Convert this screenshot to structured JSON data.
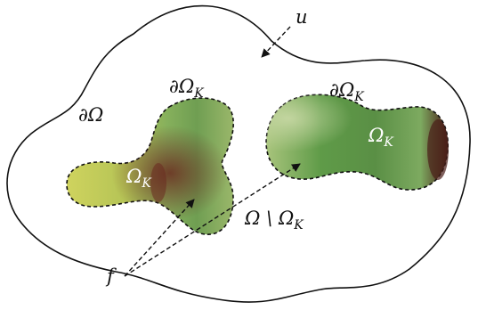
{
  "labels": {
    "u": "u",
    "boundary_omega": "∂Ω",
    "boundary_omega_k_left": "∂Ω",
    "boundary_omega_k_left_sub": "K",
    "boundary_omega_k_right": "∂Ω",
    "boundary_omega_k_right_sub": "K",
    "omega_k_left": "Ω",
    "omega_k_left_sub": "K",
    "omega_k_right": "Ω",
    "omega_k_right_sub": "K",
    "complement": "Ω \\ Ω",
    "complement_sub": "K",
    "f": "f"
  },
  "colors": {
    "outline": "#111111",
    "left_region_fill_start": "#c9cf5a",
    "left_region_fill_mid": "#8fb45a",
    "left_region_dark": "#6a2a20",
    "right_region_fill_start": "#8fb86a",
    "right_region_fill_mid": "#4f8a3a",
    "right_region_dark": "#4a1e18",
    "text_on_region": "#ffffff"
  }
}
